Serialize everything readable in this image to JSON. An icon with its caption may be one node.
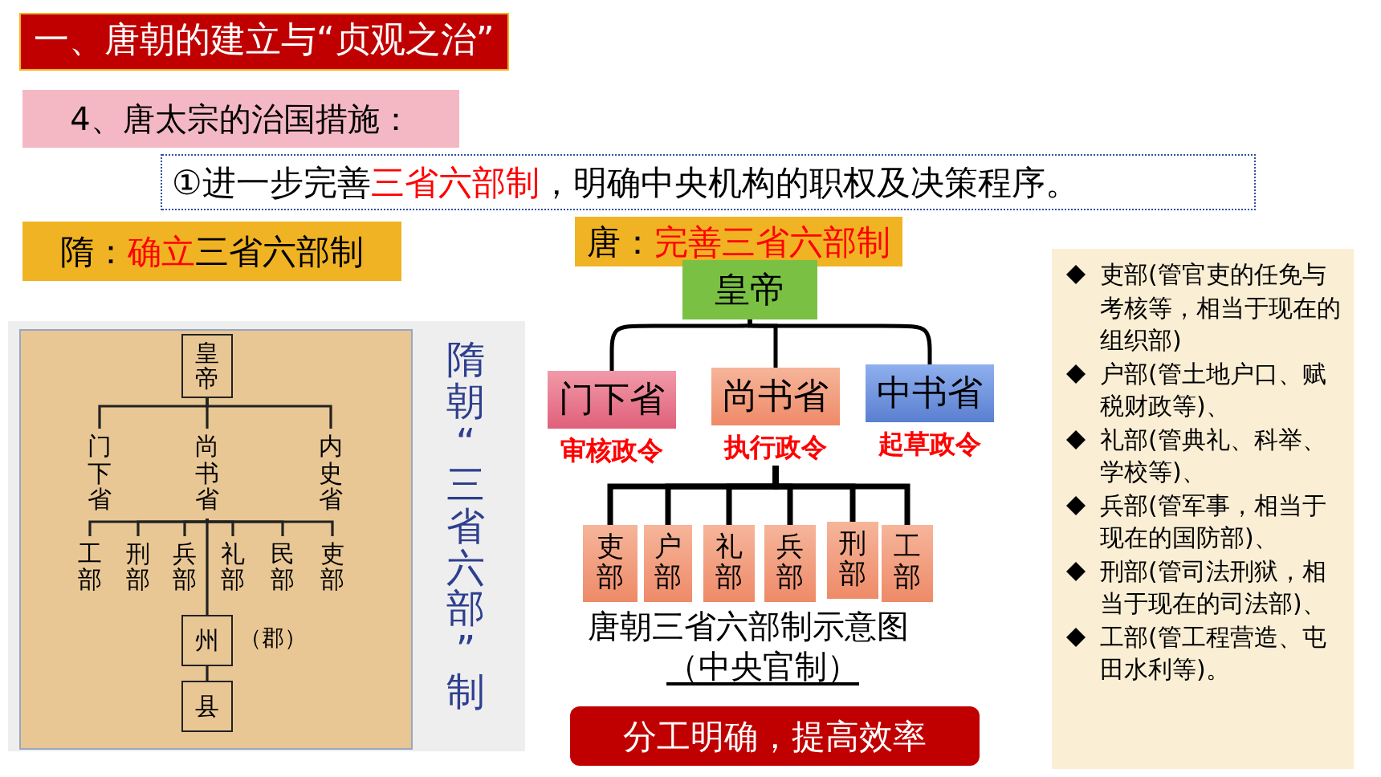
{
  "diagram": {
    "title": "一、唐朝的建立与“贞观之治”",
    "nodes": [
      {
        "text": [
          "4、唐太宗的治国措施："
        ]
      },
      {
        "text": [
          "①进一步完善**三省六部制**，明确中央机构的职权及决策程序。"
        ]
      },
      {
        "text": [
          "隋：**确立**三省六部制"
        ]
      },
      {
        "text": [
          "唐：**完善三省六部制**"
        ]
      },
      {
        "text": [],
        "shape": "box"
      },
      {
        "text": [
          "皇帝"
        ],
        "in": 4
      },
      {
        "text": [
          "门下省"
        ],
        "in": 4
      },
      {
        "text": [
          "尚书省"
        ],
        "in": 4
      },
      {
        "text": [
          "内史省"
        ],
        "in": 4
      },
      {
        "text": [
          "工部"
        ],
        "in": 4
      },
      {
        "text": [
          "刑部"
        ],
        "in": 4
      },
      {
        "text": [
          "兵部"
        ],
        "in": 4
      },
      {
        "text": [
          "礼部"
        ],
        "in": 4
      },
      {
        "text": [
          "民部"
        ],
        "in": 4
      },
      {
        "text": [
          "吏部"
        ],
        "in": 4
      },
      {
        "text": [
          "州"
        ],
        "in": 4,
        "beside": [
          "（郡）"
        ]
      },
      {
        "text": [
          "县"
        ],
        "in": 4
      },
      {
        "text": [
          "皇帝"
        ]
      },
      {
        "text": [
          "门下省"
        ],
        "beside": [
          "审核政令"
        ]
      },
      {
        "text": [
          "尚书省"
        ],
        "beside": [
          "执行政令"
        ]
      },
      {
        "text": [
          "中书省"
        ],
        "beside": [
          "起草政令"
        ]
      },
      {
        "text": [
          "吏部"
        ]
      },
      {
        "text": [
          "户部"
        ]
      },
      {
        "text": [
          "礼部"
        ]
      },
      {
        "text": [
          "兵部"
        ]
      },
      {
        "text": [
          "刑部"
        ]
      },
      {
        "text": [
          "工部"
        ]
      },
      {
        "text": [
          "分工明确，提高效率"
        ]
      },
      {
        "text": [
          "吏部(管官吏的任免与考核等，相当于现在的组织部)",
          "户部(管土地户口、赋税财政等)、",
          "礼部(管典礼、科举、学校等)、",
          "兵部(管军事，相当于现在的国防部)、",
          "刑部(管司法刑狱，相当于现在的司法部)、",
          "工部(管工程营造、屯田水利等)。"
        ]
      }
    ],
    "edges": [
      {
        "from": 5,
        "to": 6,
        "arrow": "none"
      },
      {
        "from": 5,
        "to": 7,
        "arrow": "none"
      },
      {
        "from": 5,
        "to": 8,
        "arrow": "none"
      },
      {
        "from": 7,
        "to": 9,
        "arrow": "none"
      },
      {
        "from": 7,
        "to": 10,
        "arrow": "none"
      },
      {
        "from": 7,
        "to": 11,
        "arrow": "none"
      },
      {
        "from": 7,
        "to": 12,
        "arrow": "none"
      },
      {
        "from": 7,
        "to": 13,
        "arrow": "none"
      },
      {
        "from": 7,
        "to": 14,
        "arrow": "none"
      },
      {
        "from": 15,
        "to": 16,
        "arrow": "none"
      },
      {
        "from": 7,
        "to": 15,
        "arrow": "none"
      },
      {
        "from": 17,
        "to": 18,
        "arrow": "none"
      },
      {
        "from": 17,
        "to": 19,
        "arrow": "none"
      },
      {
        "from": 17,
        "to": 20,
        "arrow": "none"
      },
      {
        "from": 19,
        "to": 21,
        "arrow": "none",
        "style": "thick"
      },
      {
        "from": 19,
        "to": 22,
        "arrow": "none",
        "style": "thick"
      },
      {
        "from": 19,
        "to": 23,
        "arrow": "none",
        "style": "thick"
      },
      {
        "from": 19,
        "to": 24,
        "arrow": "none",
        "style": "thick"
      },
      {
        "from": 19,
        "to": 25,
        "arrow": "none",
        "style": "thick"
      },
      {
        "from": 19,
        "to": 26,
        "arrow": "none",
        "style": "thick"
      }
    ],
    "labels": [
      "隋朝“三省六部”制",
      "唐朝三省六部制示意图",
      "（中央官制）"
    ]
  }
}
